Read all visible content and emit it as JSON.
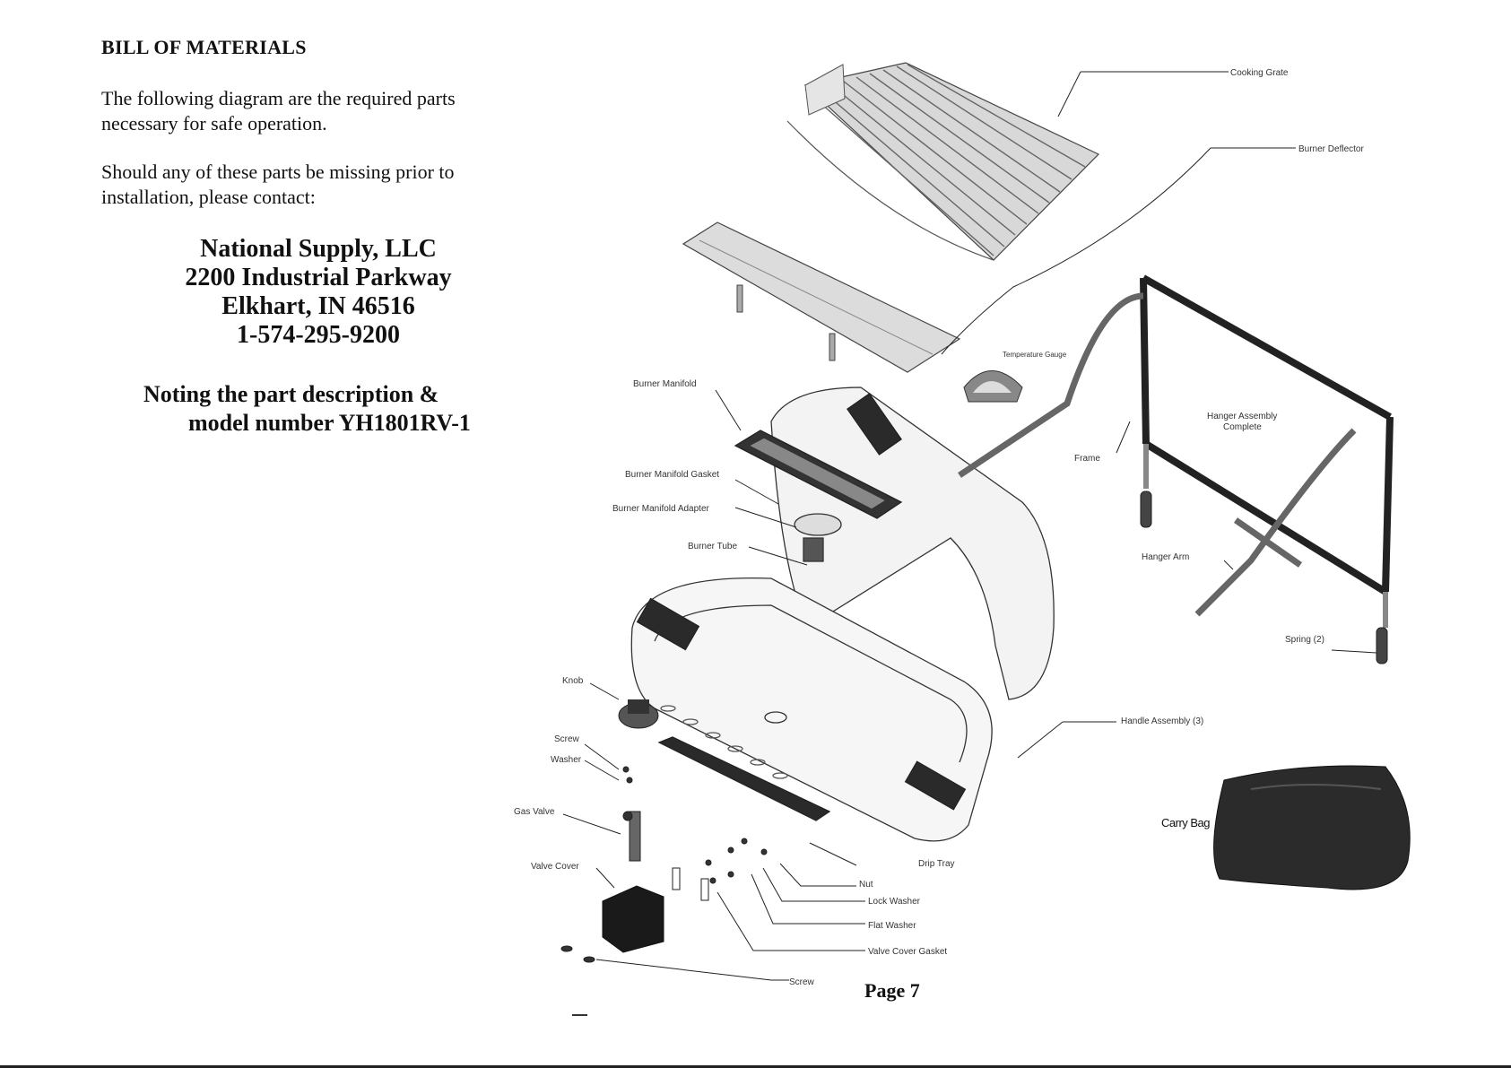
{
  "heading": "BILL OF MATERIALS",
  "intro": {
    "line1": "The following diagram are the required parts",
    "line2": "necessary for safe operation."
  },
  "missing": {
    "line1": "Should any of these parts be missing prior to",
    "line2": "installation, please contact:"
  },
  "contact": {
    "company": "National Supply, LLC",
    "street": "2200 Industrial Parkway",
    "city": "Elkhart, IN 46516",
    "phone": "1-574-295-9200"
  },
  "noting": {
    "line1": "Noting the part description &",
    "line2": "model number YH1801RV-1"
  },
  "parts": {
    "cooking_grate": "Cooking Grate",
    "burner_deflector": "Burner Deflector",
    "temperature_gauge": "Temperature Gauge",
    "burner_manifold": "Burner Manifold",
    "burner_manifold_gasket": "Burner Manifold Gasket",
    "burner_manifold_adapter": "Burner Manifold Adapter",
    "burner_tube": "Burner Tube",
    "frame": "Frame",
    "hanger_assembly_l1": "Hanger Assembly",
    "hanger_assembly_l2": "Complete",
    "hanger_arm": "Hanger Arm",
    "spring": "Spring (2)",
    "knob": "Knob",
    "screw_top": "Screw",
    "washer": "Washer",
    "gas_valve": "Gas Valve",
    "valve_cover": "Valve Cover",
    "drip_tray": "Drip Tray",
    "nut": "Nut",
    "lock_washer": "Lock Washer",
    "flat_washer": "Flat Washer",
    "valve_cover_gasket": "Valve Cover Gasket",
    "screw_bottom": "Screw",
    "handle_assembly": "Handle Assembly (3)",
    "carry_bag": "Carry Bag"
  },
  "page": "Page 7"
}
